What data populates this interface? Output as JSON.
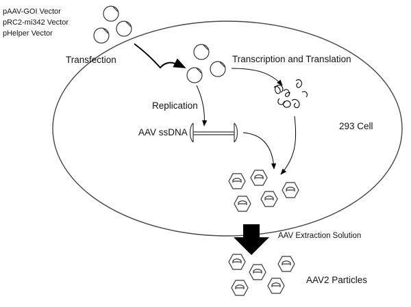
{
  "diagram": {
    "vectors": [
      {
        "label": "pAAV-GOI Vector"
      },
      {
        "label": "pRC2-mi342 Vector"
      },
      {
        "label": "pHelper Vector"
      }
    ],
    "labels": {
      "transfection": "Transfection",
      "transcription": "Transcription and Translation",
      "replication": "Replication",
      "ssdna": "AAV ssDNA",
      "cell": "293 Cell",
      "extraction": "AAV Extraction Solution",
      "particles": "AAV2 Particles"
    }
  }
}
